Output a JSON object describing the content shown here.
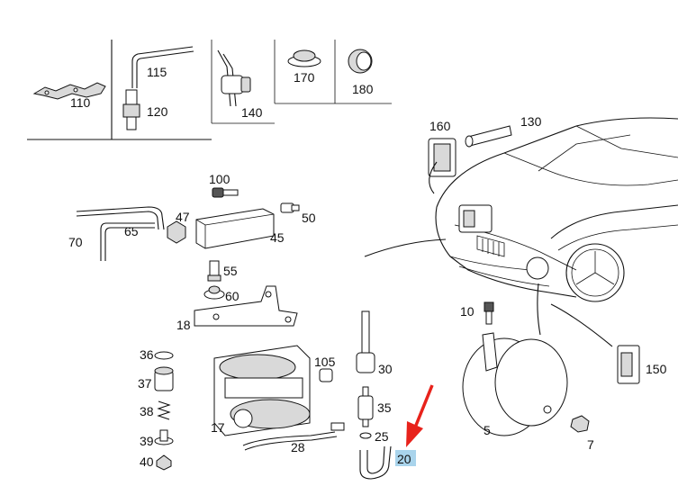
{
  "callouts": [
    {
      "id": "110",
      "text": "110"
    },
    {
      "id": "115",
      "text": "115"
    },
    {
      "id": "120",
      "text": "120"
    },
    {
      "id": "140",
      "text": "140"
    },
    {
      "id": "170",
      "text": "170"
    },
    {
      "id": "180",
      "text": "180"
    },
    {
      "id": "160",
      "text": "160"
    },
    {
      "id": "130",
      "text": "130"
    },
    {
      "id": "100",
      "text": "100"
    },
    {
      "id": "47",
      "text": "47"
    },
    {
      "id": "50",
      "text": "50"
    },
    {
      "id": "70",
      "text": "70"
    },
    {
      "id": "65",
      "text": "65"
    },
    {
      "id": "45",
      "text": "45"
    },
    {
      "id": "55",
      "text": "55"
    },
    {
      "id": "60",
      "text": "60"
    },
    {
      "id": "18",
      "text": "18"
    },
    {
      "id": "36",
      "text": "36"
    },
    {
      "id": "37",
      "text": "37"
    },
    {
      "id": "38",
      "text": "38"
    },
    {
      "id": "39",
      "text": "39"
    },
    {
      "id": "40",
      "text": "40"
    },
    {
      "id": "105",
      "text": "105"
    },
    {
      "id": "30",
      "text": "30"
    },
    {
      "id": "35",
      "text": "35"
    },
    {
      "id": "25",
      "text": "25"
    },
    {
      "id": "20",
      "text": "20"
    },
    {
      "id": "17",
      "text": "17"
    },
    {
      "id": "28",
      "text": "28"
    },
    {
      "id": "10",
      "text": "10"
    },
    {
      "id": "5",
      "text": "5"
    },
    {
      "id": "7",
      "text": "7"
    },
    {
      "id": "150",
      "text": "150"
    }
  ],
  "highlighted_callout": "20",
  "colors": {
    "highlight": "#a9d4ec",
    "pointer_arrow": "#e8221b",
    "line": "#111111"
  },
  "icons": {
    "pointer": "red-arrow-icon"
  }
}
